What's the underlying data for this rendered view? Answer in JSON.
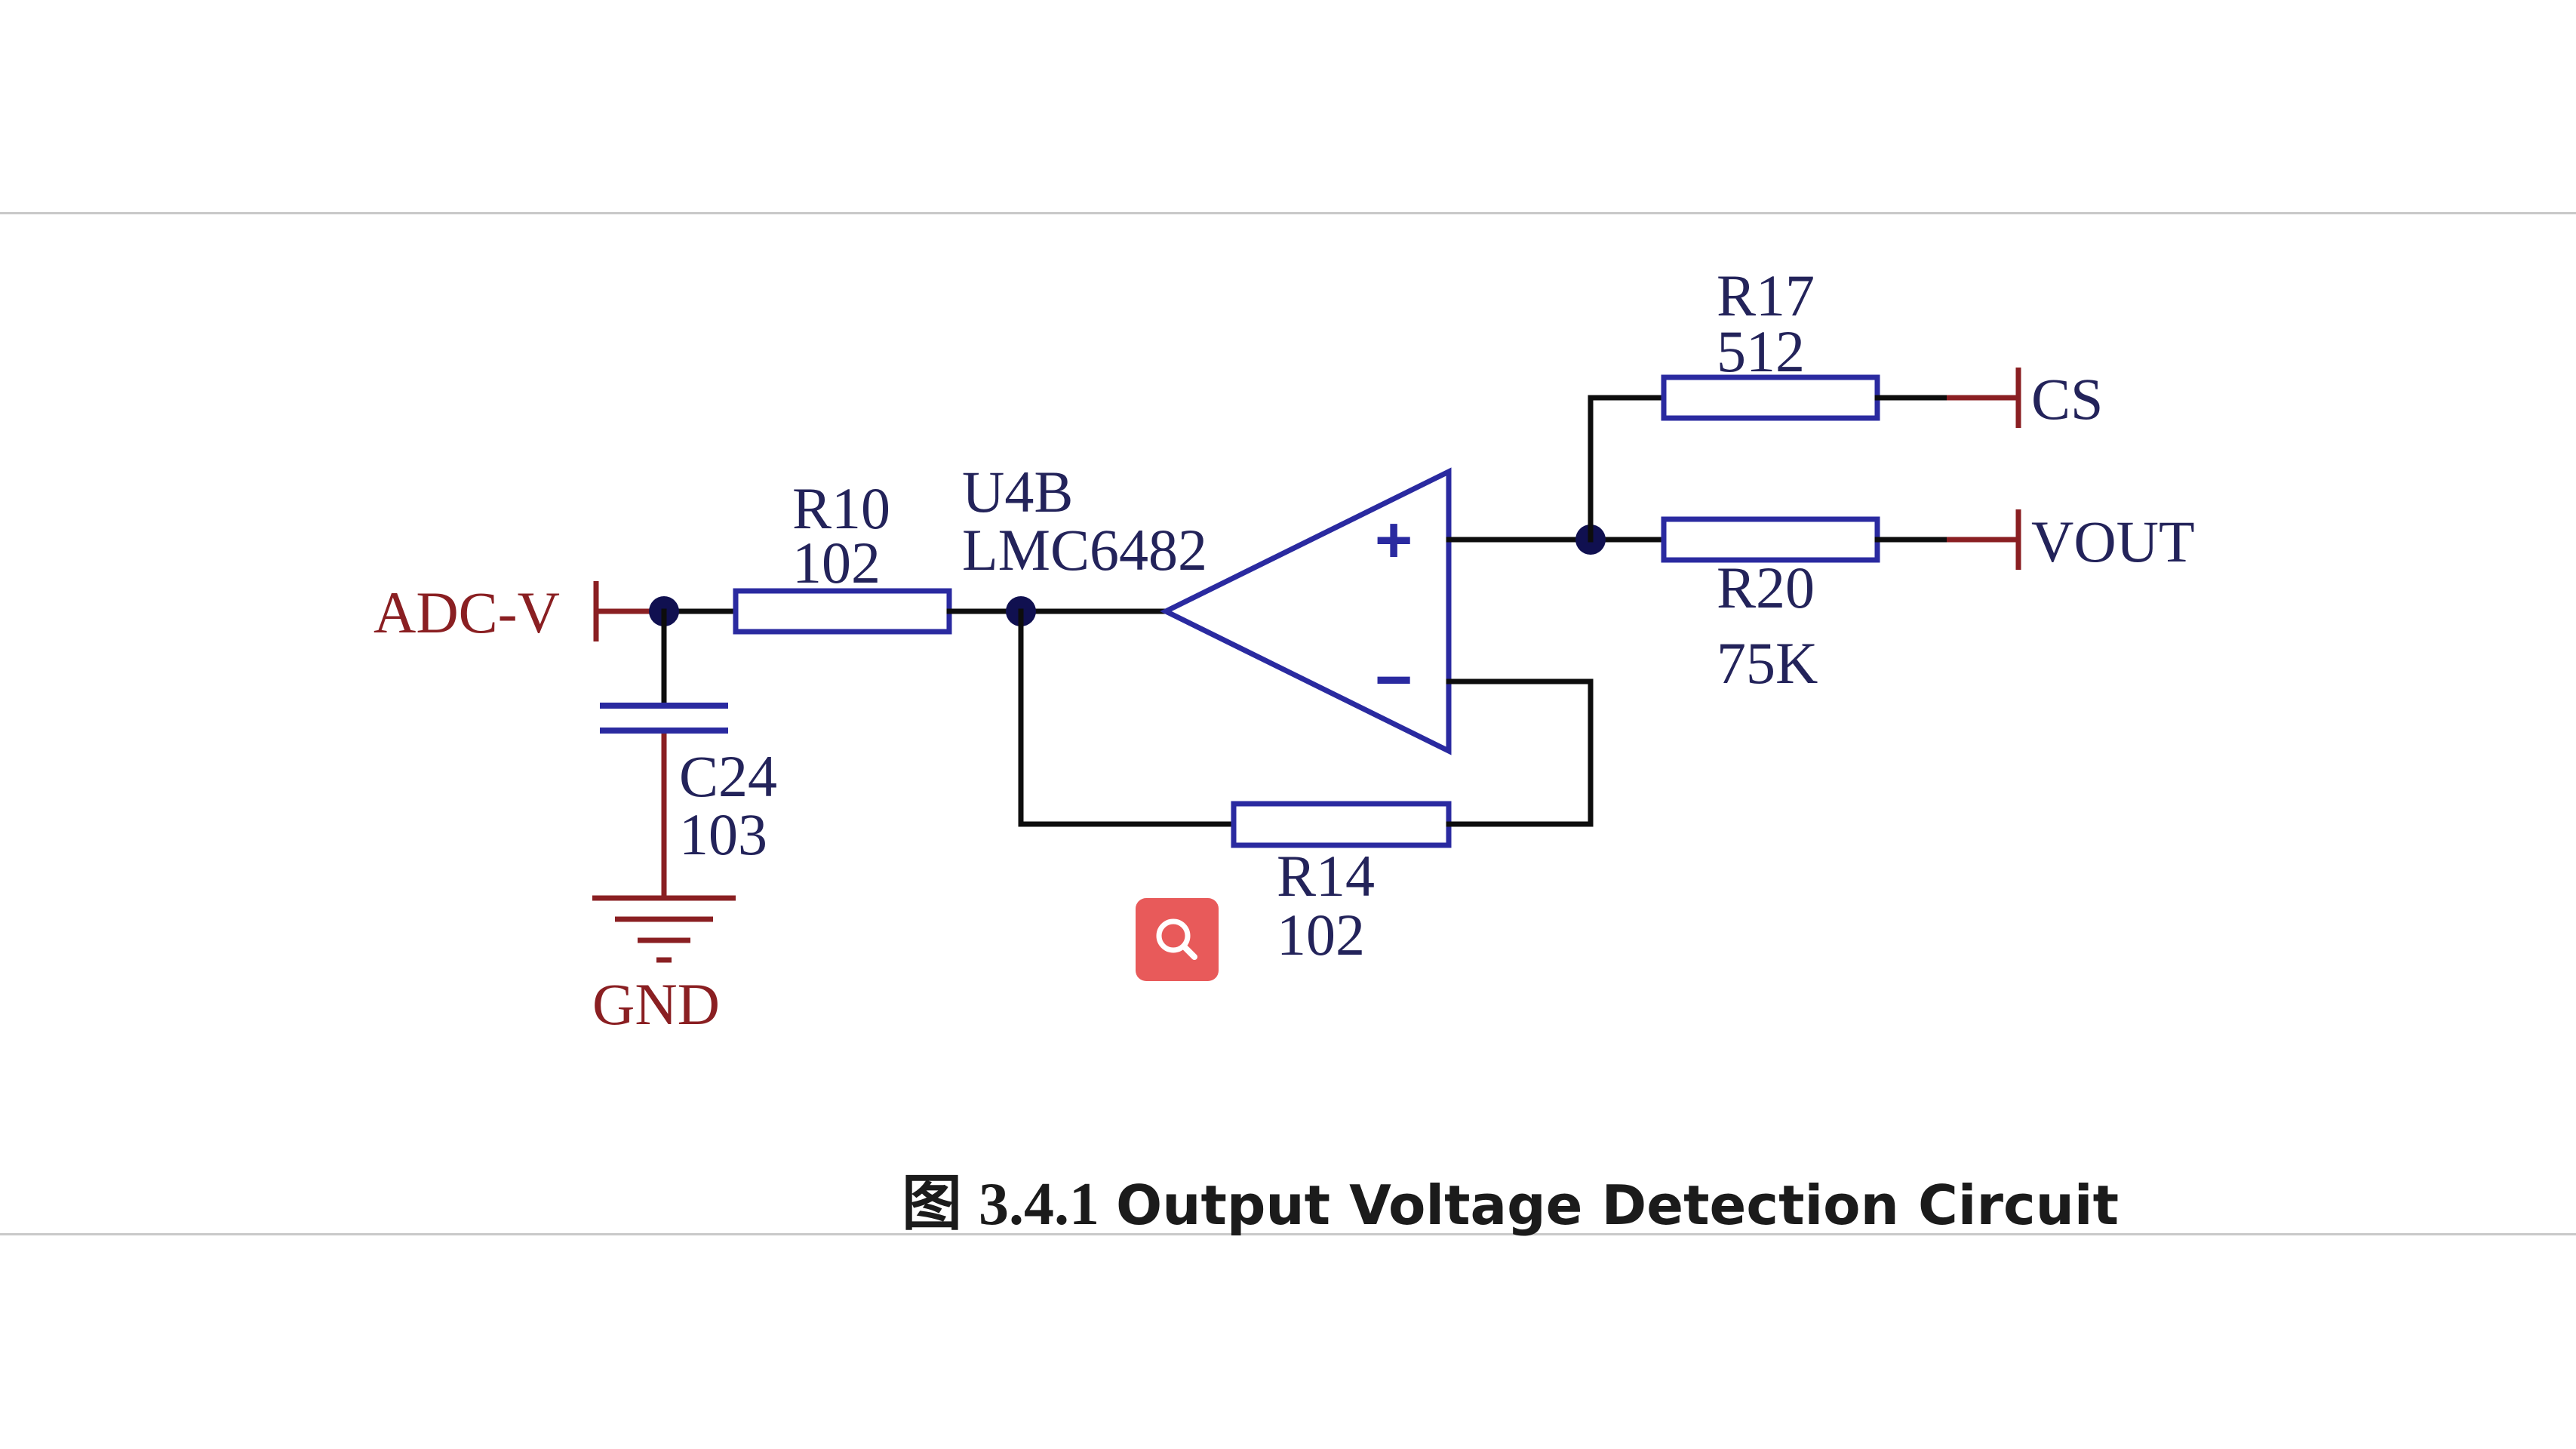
{
  "labels": {
    "adc": "ADC-V",
    "gnd": "GND",
    "r10_name": "R10",
    "r10_val": "102",
    "c24_name": "C24",
    "c24_val": "103",
    "u4b_name": "U4B",
    "u4b_part": "LMC6482",
    "plus": "+",
    "minus": "−",
    "r14_name": "R14",
    "r14_val": "102",
    "r17_name": "R17",
    "r17_val": "512",
    "r20_name": "R20",
    "r20_val": "75K",
    "cs": "CS",
    "vout": "VOUT"
  },
  "caption": {
    "prefix": "图",
    "number": "3.4.1",
    "title": "Output Voltage Detection Circuit"
  },
  "icons": {
    "search": "search-icon"
  },
  "colors": {
    "wire": "#0d0d0d",
    "component": "#2a2aa0",
    "port": "#8a1f22",
    "search_button": "#e85a5a"
  }
}
